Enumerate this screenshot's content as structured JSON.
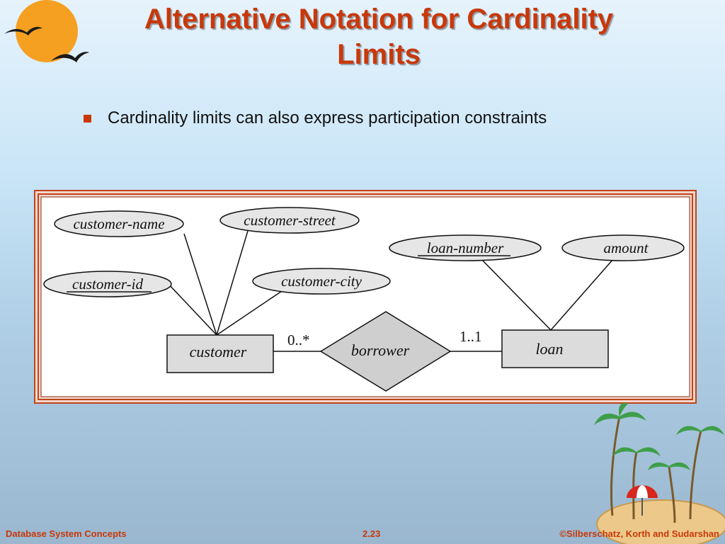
{
  "slide": {
    "title_line1": "Alternative Notation for Cardinality",
    "title_line2": "Limits",
    "bullet": "Cardinality limits can also express participation constraints"
  },
  "diagram": {
    "attributes": {
      "customer_name": "customer-name",
      "customer_street": "customer-street",
      "customer_id": "customer-id",
      "customer_city": "customer-city",
      "loan_number": "loan-number",
      "amount": "amount"
    },
    "entities": {
      "customer": "customer",
      "loan": "loan"
    },
    "relationship": "borrower",
    "cardinality": {
      "customer_side": "0..*",
      "loan_side": "1..1"
    }
  },
  "footer": {
    "left": "Database System Concepts",
    "center": "2.23",
    "right": "©Silberschatz, Korth and Sudarshan"
  },
  "colors": {
    "title": "#c8380a",
    "frame": "#c0441c",
    "entity_fill": "#dcdcdc",
    "relationship_fill": "#cfcfcf"
  }
}
